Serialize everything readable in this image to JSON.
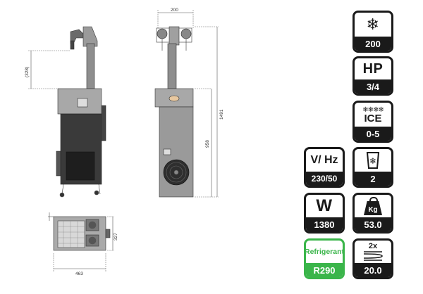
{
  "dimensions": {
    "top_width": "200",
    "tap_height": "(328)",
    "total_height": "1491",
    "body_height": "958",
    "plan_depth": "327",
    "plan_width": "463"
  },
  "specs": [
    {
      "key": "cooling",
      "icon": "snowflake-icon",
      "top": "❄",
      "value": "200"
    },
    {
      "key": "power-hp",
      "icon": "",
      "top": "HP",
      "value": "3/4"
    },
    {
      "key": "ice-bank",
      "icon": "ice-crystals-icon",
      "top_icon": "❄❄❄❄",
      "top": "ICE",
      "value": "0-5"
    },
    {
      "key": "voltage",
      "icon": "",
      "top": "V/ Hz",
      "value": "230/50"
    },
    {
      "key": "outlets",
      "icon": "glass-snowflake-icon",
      "top": "",
      "value": "2"
    },
    {
      "key": "watt",
      "icon": "",
      "top": "W",
      "value": "1380"
    },
    {
      "key": "weight",
      "icon": "weight-icon",
      "top": "Kg",
      "value": "53.0"
    },
    {
      "key": "refrigerant",
      "icon": "",
      "top": "Refrigerant",
      "value": "R290"
    },
    {
      "key": "coil",
      "icon": "coil-icon",
      "top": "2x",
      "value": "20.0"
    }
  ],
  "colors": {
    "badge": "#1a1a1a",
    "refrigerant": "#3ab54a",
    "body": "#3a3a3a",
    "panel": "#9a9a9a"
  }
}
